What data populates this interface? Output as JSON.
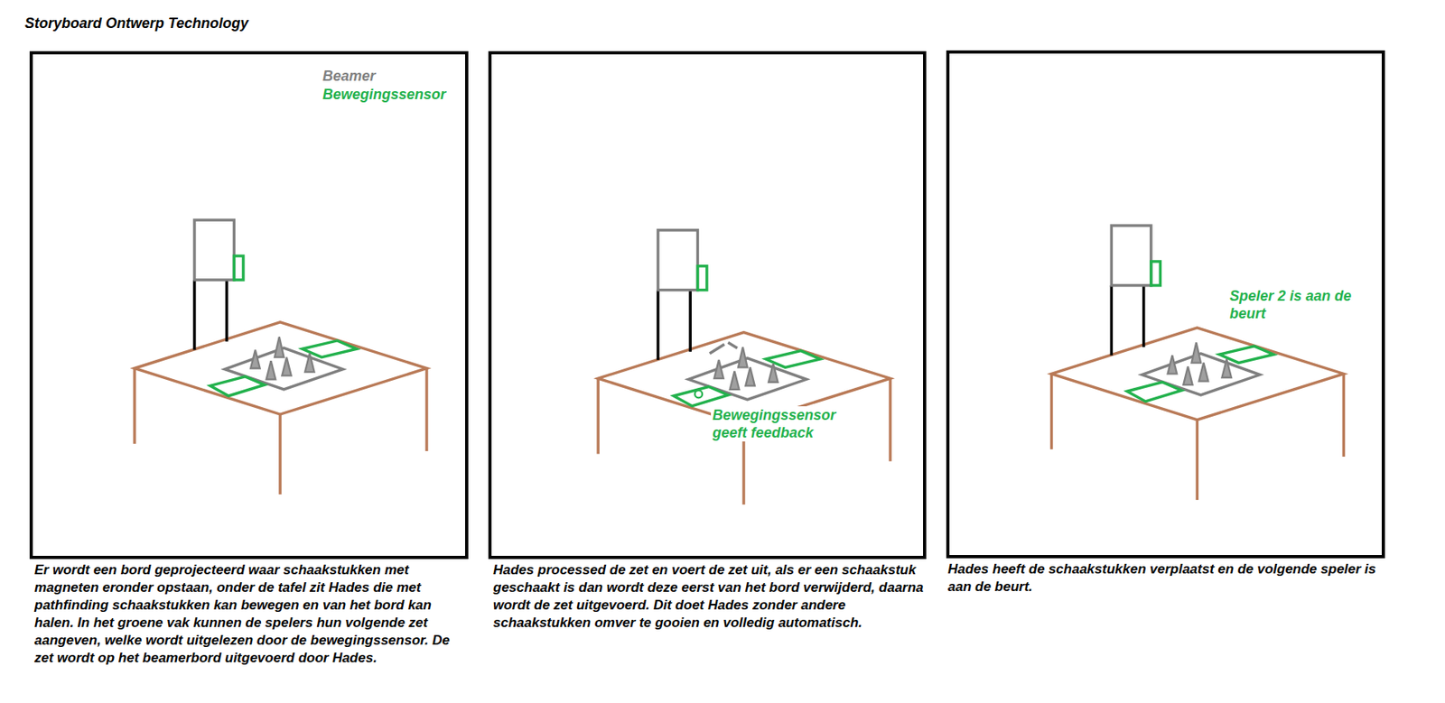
{
  "diagram": {
    "title": "Storyboard Ontwerp Technology",
    "nodes": [
      {
        "text": [
          "Beamer",
          "Bewegingssensor",
          "Er wordt een bord geprojecteerd waar schaakstukken met magneten eronder opstaan, onder de tafel zit Hades die met pathfinding schaakstukken kan bewegen en van het bord kan halen. In het groene vak kunnen de spelers hun volgende zet aangeven, welke wordt uitgelezen door de bewegingssensor. De zet wordt op het beamerbord uitgevoerd door Hades."
        ]
      },
      {
        "text": [
          "Bewegingssensor geeft feedback",
          "Hades processed de zet en voert de zet uit, als er een schaakstuk geschaakt is dan wordt deze eerst van het bord verwijderd, daarna wordt de zet uitgevoerd. Dit doet Hades zonder andere schaakstukken omver te gooien en volledig automatisch."
        ]
      },
      {
        "text": [
          "Speler 2 is aan de beurt",
          "Hades heeft de schaakstukken verplaatst en de volgende speler is aan de beurt."
        ]
      }
    ]
  }
}
